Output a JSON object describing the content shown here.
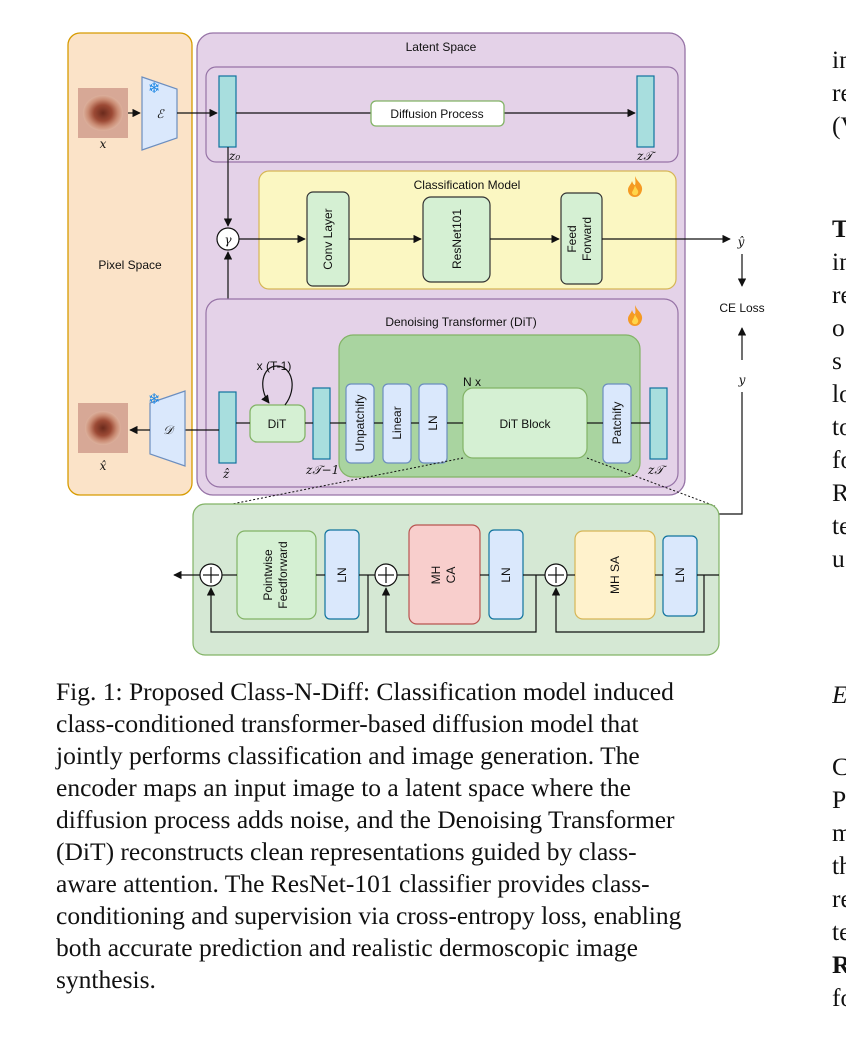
{
  "diagram": {
    "pixel_space": "Pixel Space",
    "latent_space": "Latent Space",
    "diffusion_process": "Diffusion Process",
    "classification_model": "Classification Model",
    "conv_layer": "Conv Layer",
    "resnet": "ResNet101",
    "feed_forward": [
      "Feed",
      "Forward"
    ],
    "denoising_transformer": "Denoising Transformer (DiT)",
    "dit": "DiT",
    "x_t_minus_1": "x (T-1)",
    "n_x": "N x",
    "unpatchify": "Unpatchify",
    "linear": "Linear",
    "ln": "LN",
    "dit_block": "DiT Block",
    "patchify": "Patchify",
    "ce_loss": "CE Loss",
    "pointwise_feedforward": [
      "Pointwise",
      "Feedforward"
    ],
    "mh_ca": [
      "MH",
      "CA"
    ],
    "mh_sa": "MH SA",
    "sym_x": "x",
    "sym_xhat": "x̂",
    "sym_enc": "ℰ",
    "sym_dec": "𝒟",
    "sym_gamma": "γ",
    "sym_yhat": "ŷ",
    "sym_y": "y",
    "sym_z0": "z₀",
    "sym_zT_top": "z𝒯",
    "sym_zhat": "ẑ",
    "sym_zT1": "z𝒯−1",
    "sym_zT_bottom": "z𝒯",
    "colors": {
      "pixel_space": "#fbe3c8",
      "latent_space": "#e4d2e8",
      "classification": "#fbf7c2",
      "dit_block_group": "#a9d4a0",
      "teal": "#a8dede",
      "blue": "#dae8fc",
      "green_box": "#d5f0d3",
      "red_box": "#f8cecc",
      "yellow_box": "#fff2cc",
      "detail_panel": "#d5e8d4"
    }
  },
  "caption_lines": [
    "Fig. 1: Proposed Class-N-Diff: Classification model induced",
    "class-conditioned transformer-based diffusion model that",
    "jointly performs classification and image generation. The",
    "encoder maps an input image to a latent space where the",
    "diffusion process adds noise, and the Denoising Transformer",
    "(DiT) reconstructs clean representations guided by class-",
    "aware attention. The ResNet-101 classifier provides class-",
    "conditioning and supervision via cross-entropy loss, enabling",
    "both accurate prediction and realistic dermoscopic image",
    "synthesis."
  ],
  "right_column_fragments": [
    "in",
    "re",
    "(V",
    "T",
    "in",
    "re",
    "o",
    "s",
    "lo",
    "to",
    "fo",
    "R",
    "te",
    "u",
    "E",
    "C",
    "P",
    "m",
    "th",
    "re",
    "te",
    "R",
    "fo"
  ]
}
